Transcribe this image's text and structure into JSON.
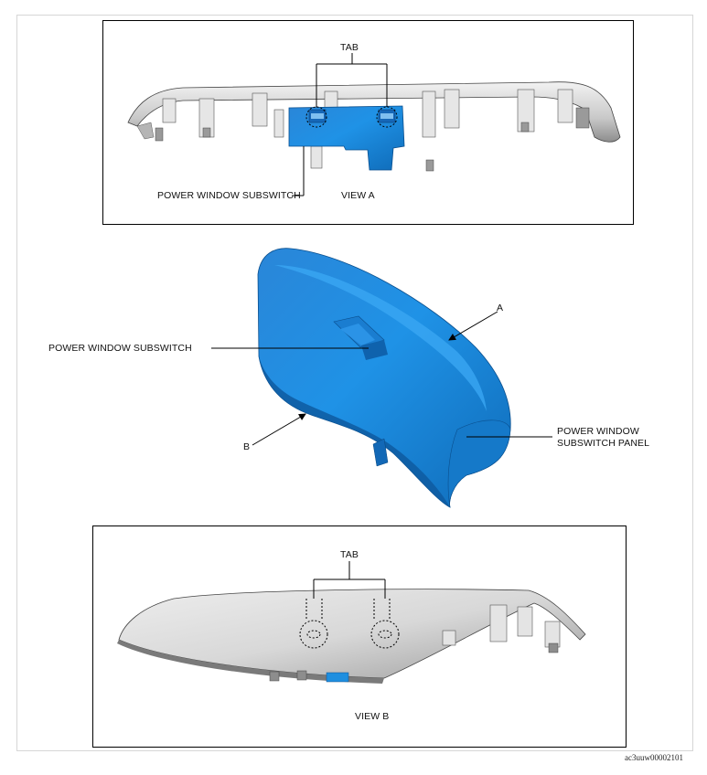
{
  "view_a": {
    "tab_label": "TAB",
    "subswitch_label": "POWER WINDOW SUBSWITCH",
    "view_label": "VIEW A"
  },
  "main": {
    "subswitch_label": "POWER WINDOW SUBSWITCH",
    "arrow_a_label": "A",
    "arrow_b_label": "B",
    "panel_label_line1": "POWER WINDOW",
    "panel_label_line2": "SUBSWITCH PANEL"
  },
  "view_b": {
    "tab_label": "TAB",
    "view_label": "VIEW B"
  },
  "figure_code": "ac3uuw00002101",
  "colors": {
    "switch_blue": "#1f8fe0",
    "panel_gray": "#cfcfcf"
  }
}
